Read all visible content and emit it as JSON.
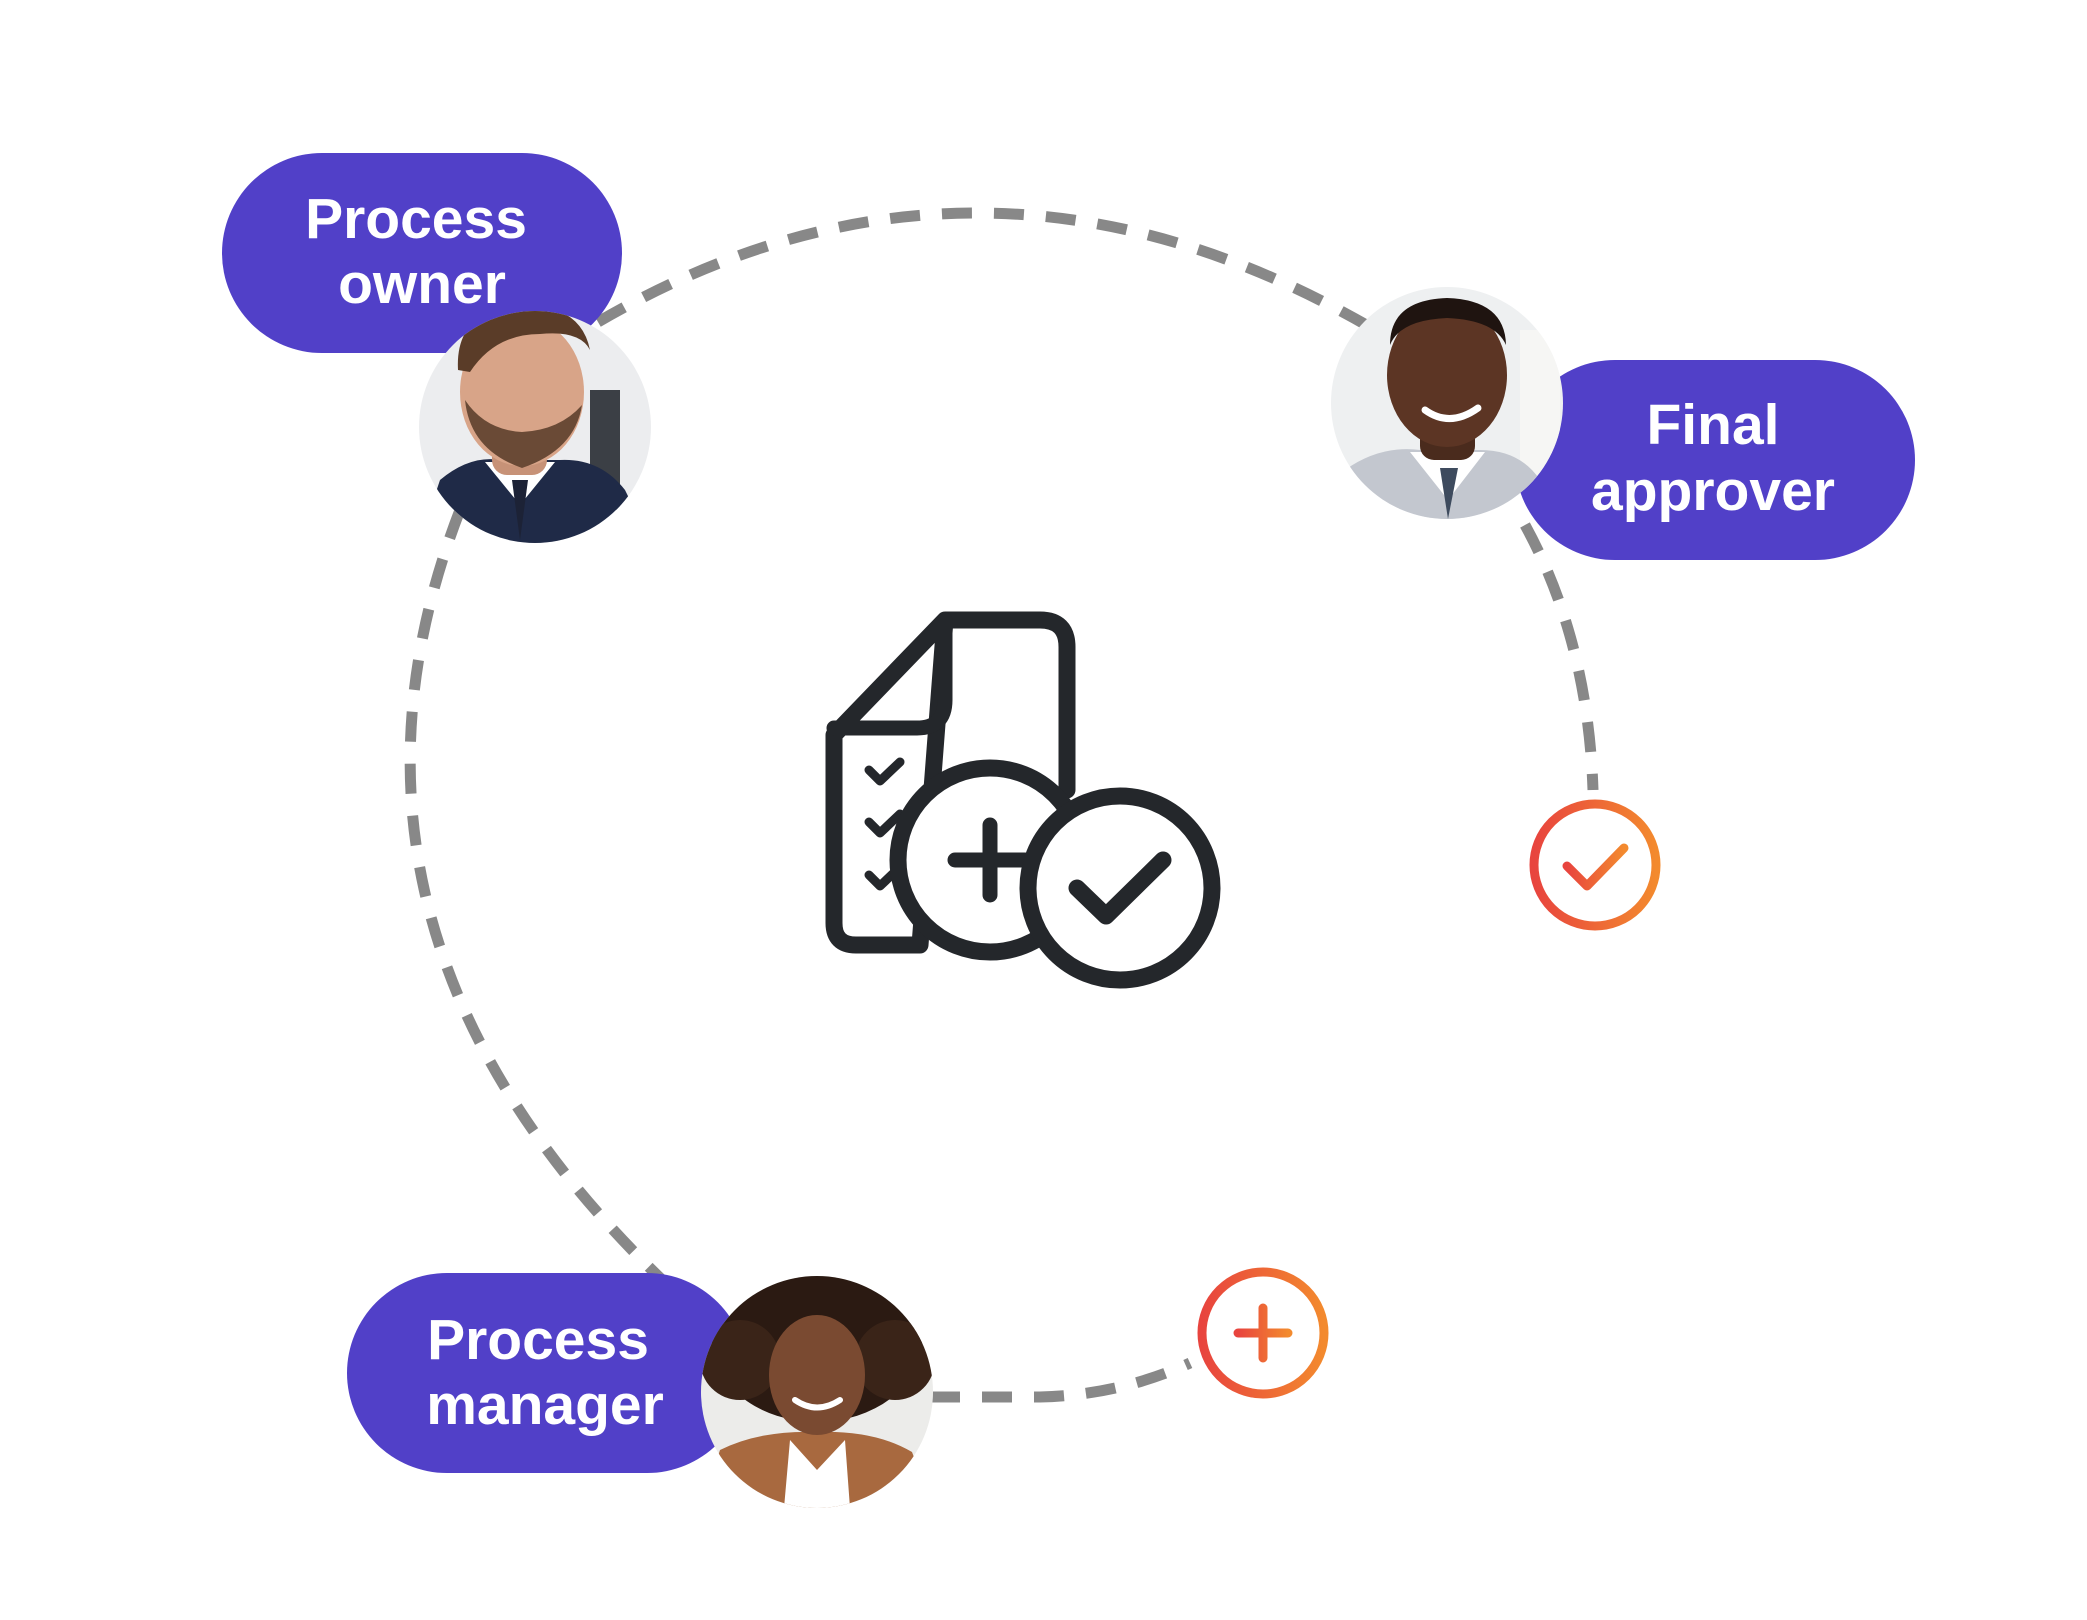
{
  "colors": {
    "background": "#ffffff",
    "role_pill": "#5140c8",
    "role_pill_text": "#ffffff",
    "connector": "#888888",
    "icon_stroke": "#24272b",
    "status_gradient_start": "#e8443e",
    "status_gradient_end": "#f38a2e"
  },
  "center_icon": "document-add-approve-icon",
  "roles": [
    {
      "id": "process-owner",
      "label_lines": [
        "Process",
        "owner"
      ],
      "avatar": "man-beard-suit-avatar"
    },
    {
      "id": "final-approver",
      "label_lines": [
        "Final",
        "approver"
      ],
      "avatar": "man-suit-tie-avatar"
    },
    {
      "id": "process-manager",
      "label_lines": [
        "Process",
        "manager"
      ],
      "avatar": "woman-curly-hair-avatar"
    }
  ],
  "status_markers": [
    {
      "id": "approve",
      "icon": "check-circle-icon"
    },
    {
      "id": "add",
      "icon": "plus-circle-icon"
    }
  ]
}
